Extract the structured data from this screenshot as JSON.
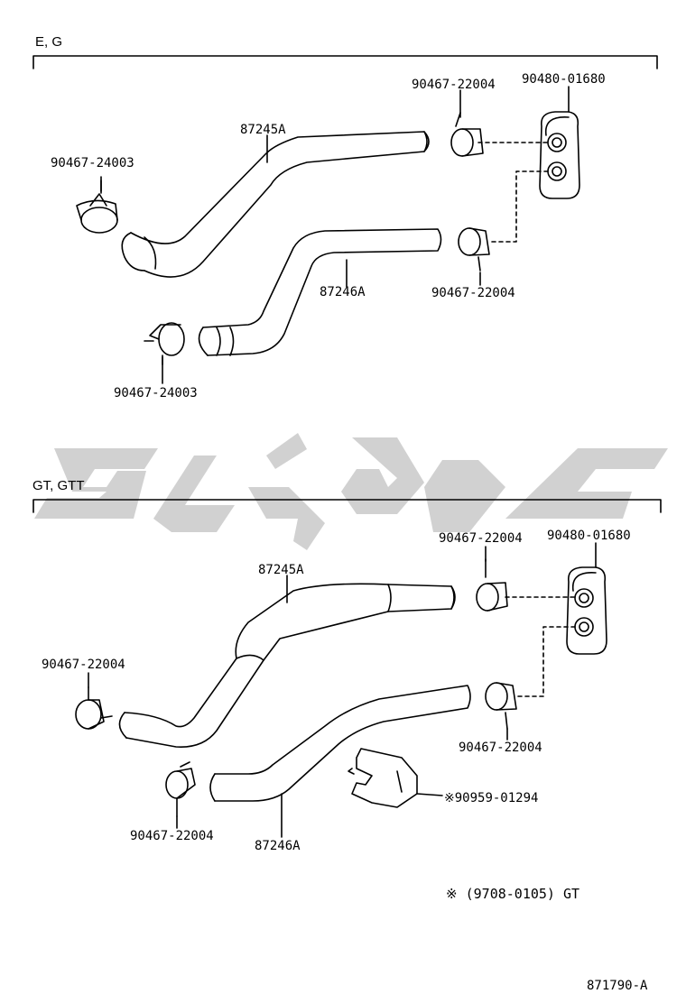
{
  "sections": {
    "top": {
      "title": "E, G"
    },
    "bottom": {
      "title": "GT, GTT"
    }
  },
  "parts": {
    "hose_upper": "87245A",
    "hose_lower": "87246A",
    "clamp_22004": "90467-22004",
    "clamp_24003": "90467-24003",
    "grommet": "90480-01680",
    "clip": "90959-01294",
    "clip_marker": "※"
  },
  "notes": {
    "footnote": "※ (9708-0105) GT",
    "diagram_number": "871790-A"
  },
  "colors": {
    "line": "#000000",
    "watermark": "#c9c9c9"
  },
  "watermark": {
    "type": "logo"
  }
}
